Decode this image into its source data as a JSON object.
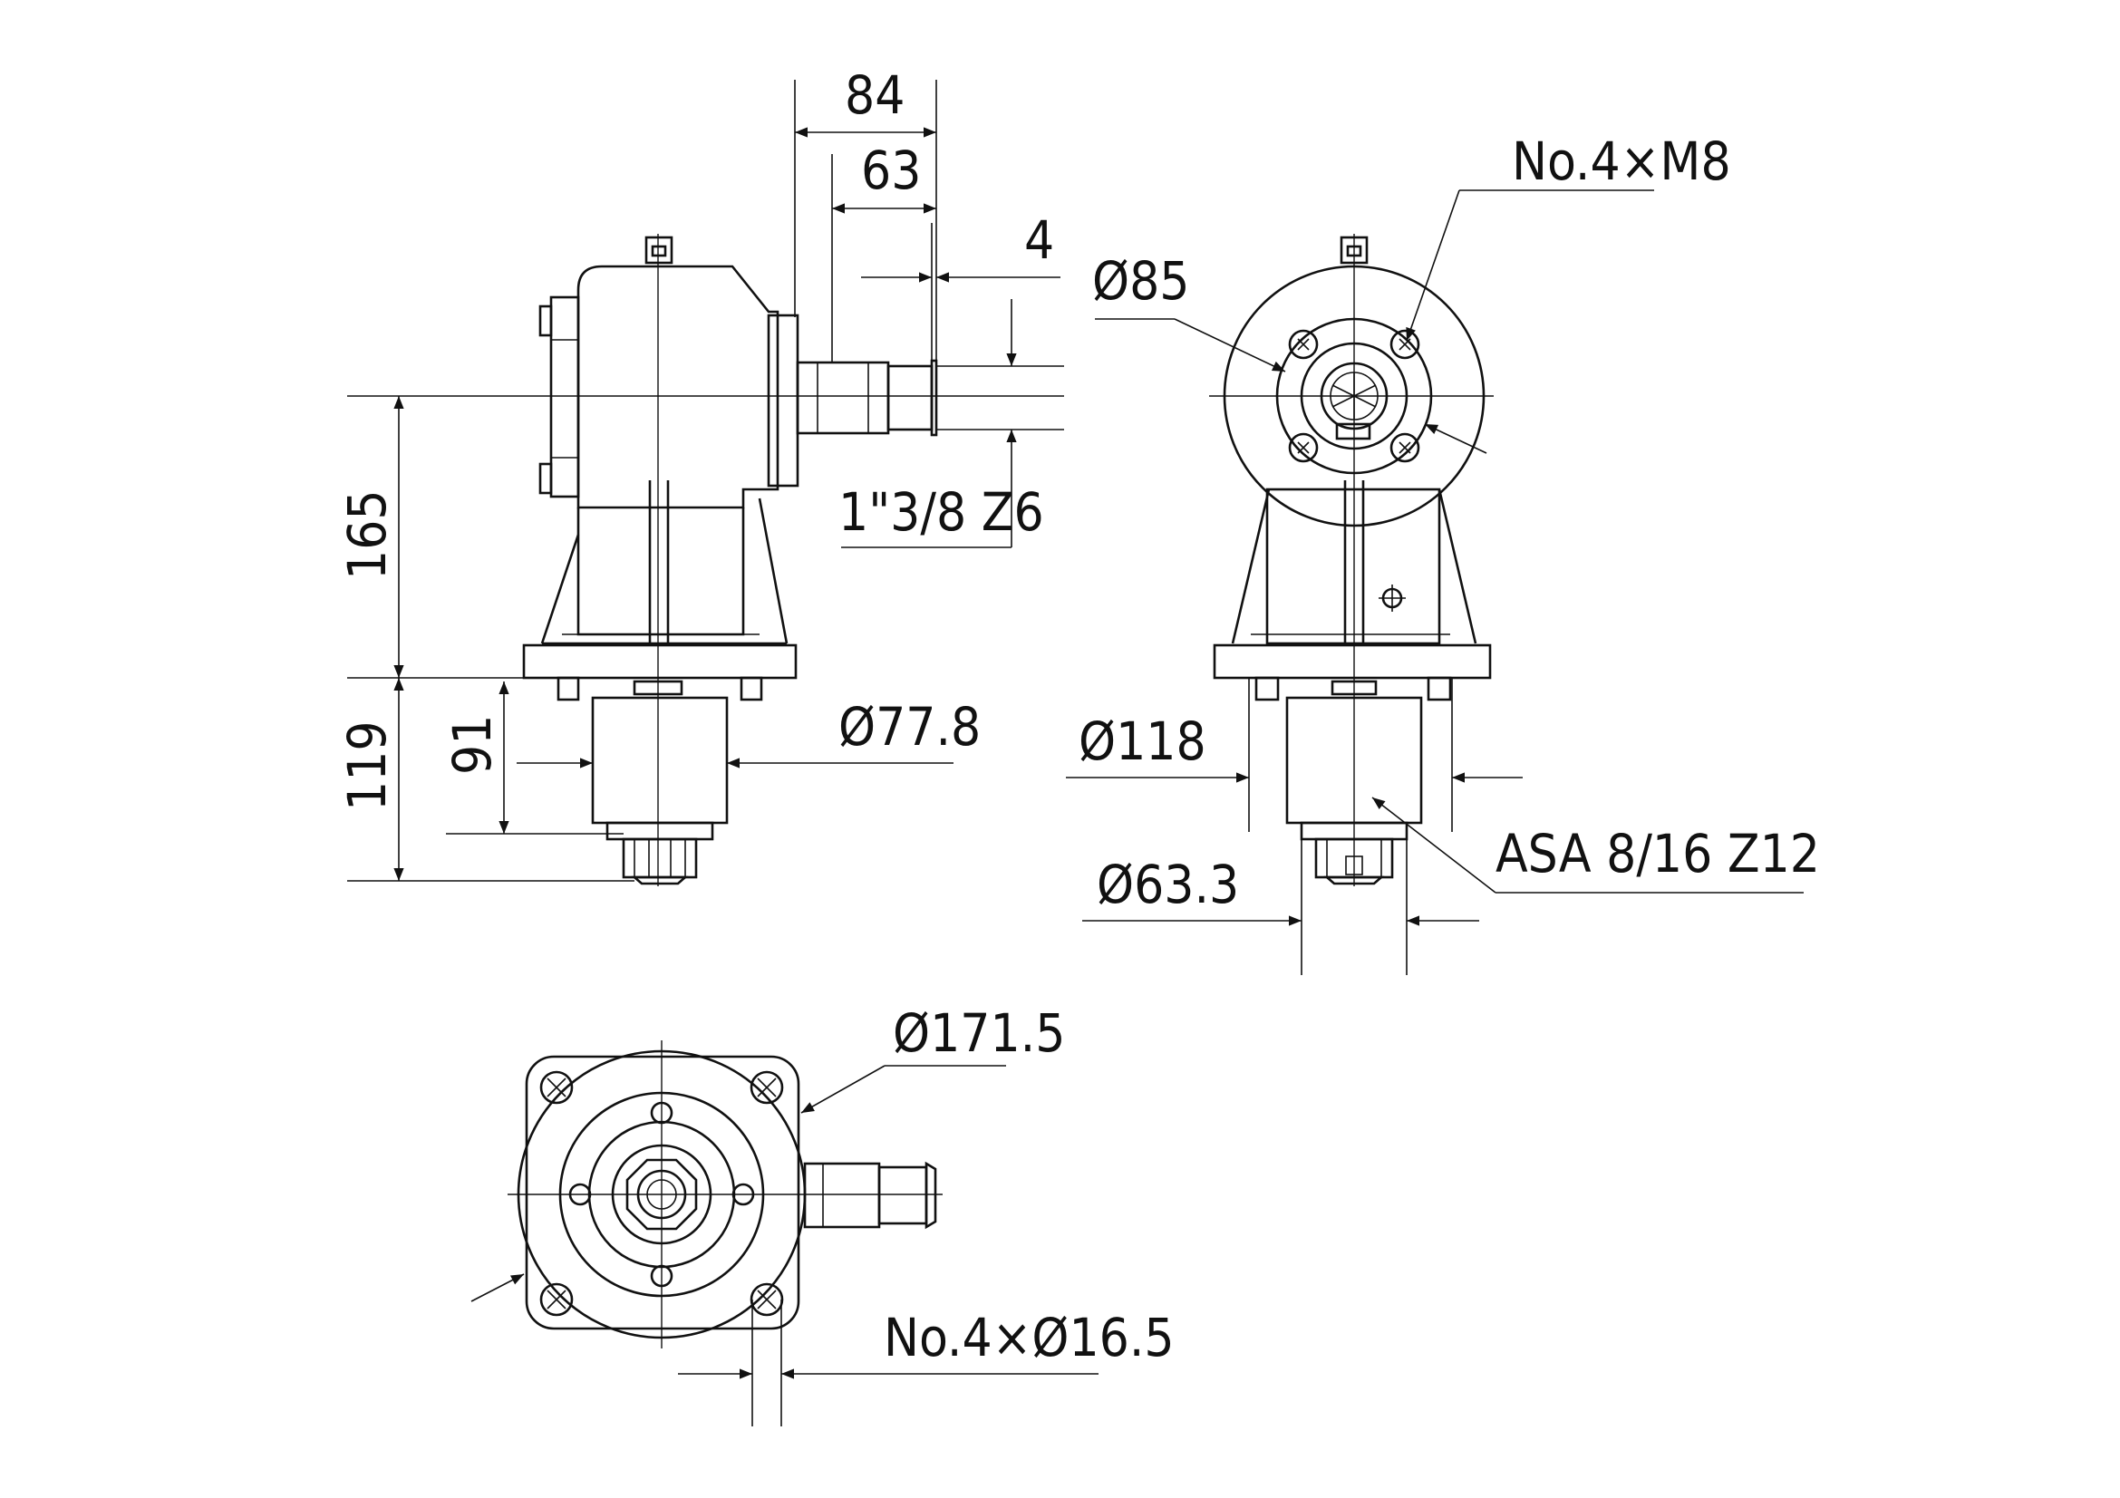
{
  "side_view": {
    "dim_84": "84",
    "dim_63": "63",
    "dim_4": "4",
    "dim_165": "165",
    "dim_119": "119",
    "dim_91": "91",
    "dim_d77": "Ø77.8",
    "shaft_spec": "1\"3/8 Z6"
  },
  "front_view": {
    "dim_d85": "Ø85",
    "bolts": "No.4×M8",
    "dim_d118": "Ø118",
    "dim_d63": "Ø63.3",
    "spline_spec": "ASA 8/16 Z12"
  },
  "top_view": {
    "dim_d171": "Ø171.5",
    "holes": "No.4×Ø16.5"
  }
}
